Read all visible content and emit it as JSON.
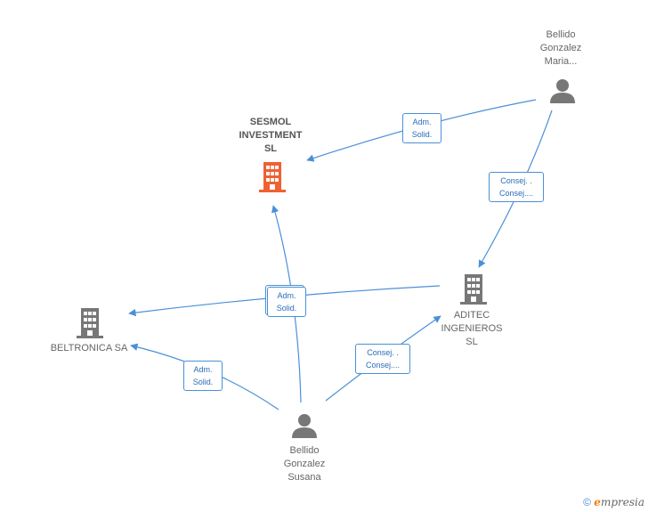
{
  "nodes": {
    "sesmol": {
      "lines": [
        "SESMOL",
        "INVESTMENT",
        "SL"
      ],
      "type": "company",
      "color": "#f06030"
    },
    "aditec": {
      "lines": [
        "ADITEC",
        "INGENIEROS",
        "SL"
      ],
      "type": "company",
      "color": "#777777"
    },
    "beltronica": {
      "lines": [
        "BELTRONICA SA"
      ],
      "type": "company",
      "color": "#777777"
    },
    "maria": {
      "lines": [
        "Bellido",
        "Gonzalez",
        "Maria..."
      ],
      "type": "person",
      "color": "#777777"
    },
    "susana": {
      "lines": [
        "Bellido",
        "Gonzalez",
        "Susana"
      ],
      "type": "person",
      "color": "#777777"
    }
  },
  "edge_labels": {
    "maria_sesmol": [
      "Adm.",
      "Solid."
    ],
    "maria_aditec": [
      "Consej. .",
      "Consej...."
    ],
    "susana_sesmol": [
      "Adm.",
      "Solid."
    ],
    "susana_beltronica": [
      "Adm.",
      "Solid."
    ],
    "susana_aditec": [
      "Consej. .",
      "Consej...."
    ]
  },
  "colors": {
    "edge": "#4a90d9",
    "accent": "#f06030",
    "neutral": "#777777"
  },
  "footer": {
    "copyright": "©",
    "brand_initial": "e",
    "brand_rest": "mpresia"
  }
}
